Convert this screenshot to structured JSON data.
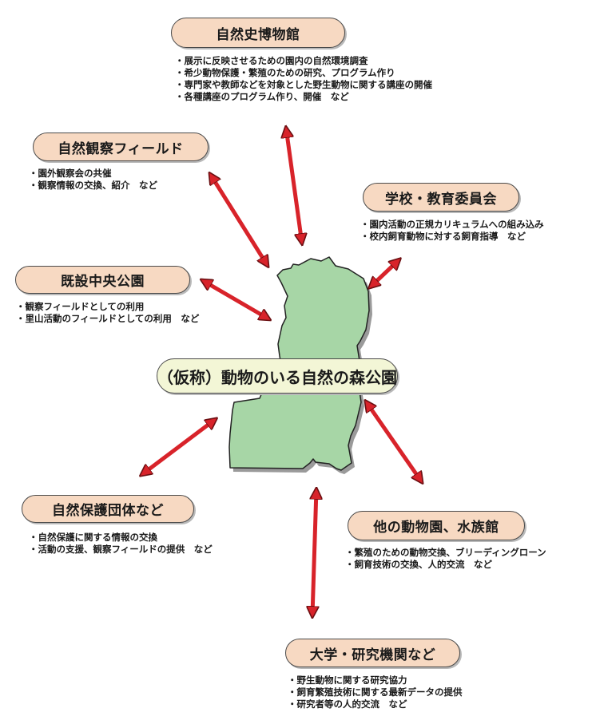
{
  "center": {
    "label": "（仮称）動物のいる自然の森公園"
  },
  "nodes": {
    "museum": {
      "title": "自然史博物館",
      "items": [
        "・展示に反映させるための園内の自然環境調査",
        "・希少動物保護・繁殖のための研究、プログラム作り",
        "・専門家や教師などを対象とした野生動物に関する講座の開催",
        "・各種講座のプログラム作り、開催　など"
      ]
    },
    "field": {
      "title": "自然観察フィールド",
      "items": [
        "・園外観察会の共催",
        "・観察情報の交換、紹介　など"
      ]
    },
    "school": {
      "title": "学校・教育委員会",
      "items": [
        "・園内活動の正規カリキュラムへの組み込み",
        "・校内飼育動物に対する飼育指導　など"
      ]
    },
    "park": {
      "title": "既設中央公園",
      "items": [
        "・観察フィールドとしての利用",
        "・里山活動のフィールドとしての利用　など"
      ]
    },
    "conservation": {
      "title": "自然保護団体など",
      "items": [
        "・自然保護に関する情報の交換",
        "・活動の支援、観察フィールドの提供　など"
      ]
    },
    "zoo": {
      "title": "他の動物園、水族館",
      "items": [
        "・繁殖のための動物交換、ブリーディングローン",
        "・飼育技術の交換、人的交流　など"
      ]
    },
    "university": {
      "title": "大学・研究機関など",
      "items": [
        "・野生動物に関する研究協力",
        "・飼育繁殖技術に関する最新データの提供",
        "・研究者等の人的交流　など"
      ]
    }
  },
  "colors": {
    "arrow": "#d8232a",
    "arrow_outline": "#6b0f12",
    "map_fill": "#a7d6a6",
    "map_outline": "#222222",
    "pill_fill": "#f7d9c2",
    "center_fill": "#f3f6d6"
  }
}
